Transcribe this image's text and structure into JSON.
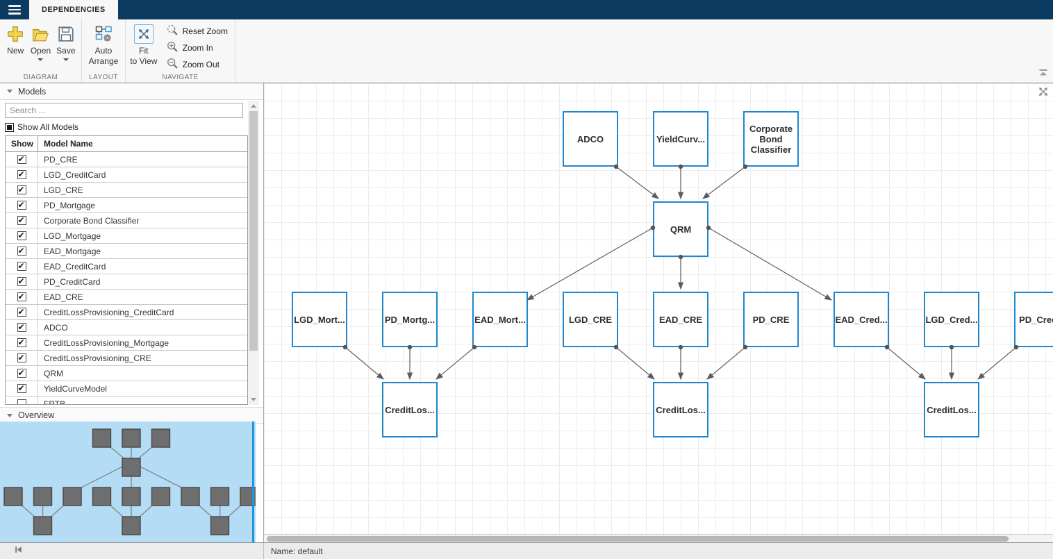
{
  "titlebar": {
    "tab_label": "DEPENDENCIES"
  },
  "toolbar": {
    "new_label": "New",
    "open_label": "Open",
    "save_label": "Save",
    "auto_arrange_line1": "Auto",
    "auto_arrange_line2": "Arrange",
    "fit_line1": "Fit",
    "fit_line2": "to View",
    "reset_zoom_label": "Reset Zoom",
    "zoom_in_label": "Zoom In",
    "zoom_out_label": "Zoom Out",
    "diagram_section": "DIAGRAM",
    "layout_section": "LAYOUT",
    "navigate_section": "NAVIGATE"
  },
  "models_panel": {
    "title": "Models",
    "search_placeholder": "Search ...",
    "show_all_label": "Show All Models",
    "columns": [
      "Show",
      "Model Name"
    ],
    "rows": [
      {
        "name": "PD_CRE",
        "checked": true
      },
      {
        "name": "LGD_CreditCard",
        "checked": true
      },
      {
        "name": "LGD_CRE",
        "checked": true
      },
      {
        "name": "PD_Mortgage",
        "checked": true
      },
      {
        "name": "Corporate Bond Classifier",
        "checked": true
      },
      {
        "name": "LGD_Mortgage",
        "checked": true
      },
      {
        "name": "EAD_Mortgage",
        "checked": true
      },
      {
        "name": "EAD_CreditCard",
        "checked": true
      },
      {
        "name": "PD_CreditCard",
        "checked": true
      },
      {
        "name": "EAD_CRE",
        "checked": true
      },
      {
        "name": "CreditLossProvisioning_CreditCard",
        "checked": true
      },
      {
        "name": "ADCO",
        "checked": true
      },
      {
        "name": "CreditLossProvisioning_Mortgage",
        "checked": true
      },
      {
        "name": "CreditLossProvisioning_CRE",
        "checked": true
      },
      {
        "name": "QRM",
        "checked": true
      },
      {
        "name": "YieldCurveModel",
        "checked": true
      },
      {
        "name": "FRTB",
        "checked": false
      }
    ]
  },
  "overview_panel": {
    "title": "Overview"
  },
  "diagram": {
    "nodes": [
      {
        "label": "ADCO"
      },
      {
        "label": "YieldCurv..."
      },
      {
        "label": "Corporate Bond Classifier"
      },
      {
        "label": "QRM"
      },
      {
        "label": "LGD_Mort..."
      },
      {
        "label": "PD_Mortg..."
      },
      {
        "label": "EAD_Mort..."
      },
      {
        "label": "LGD_CRE"
      },
      {
        "label": "EAD_CRE"
      },
      {
        "label": "PD_CRE"
      },
      {
        "label": "EAD_Cred..."
      },
      {
        "label": "LGD_Cred..."
      },
      {
        "label": "PD_Cred..."
      },
      {
        "label": "CreditLos..."
      },
      {
        "label": "CreditLos..."
      },
      {
        "label": "CreditLos..."
      }
    ]
  },
  "statusbar": {
    "name_label": "Name: default"
  },
  "icons": {
    "menu": "hamburger",
    "new": "yellow-plus",
    "open": "yellow-folder",
    "save": "floppy-disk",
    "auto_arrange": "layout-squares-gear",
    "fit_to_view": "expand-arrows-boxed",
    "reset_zoom": "magnifier-dashed",
    "zoom_in": "magnifier-plus",
    "zoom_out": "magnifier-minus",
    "collapse_ribbon": "triangle-up-bar",
    "expand_diagram": "expand-arrows",
    "collapse_panel": "skip-to-start"
  },
  "colors": {
    "titlebar": "#0c3b61",
    "node_border": "#1e87cf",
    "edge": "#5c5c5c",
    "minimap_bg": "#b5dcf5",
    "viewport_line": "#1e96dc",
    "icon_yellow": "#f7d34a"
  }
}
